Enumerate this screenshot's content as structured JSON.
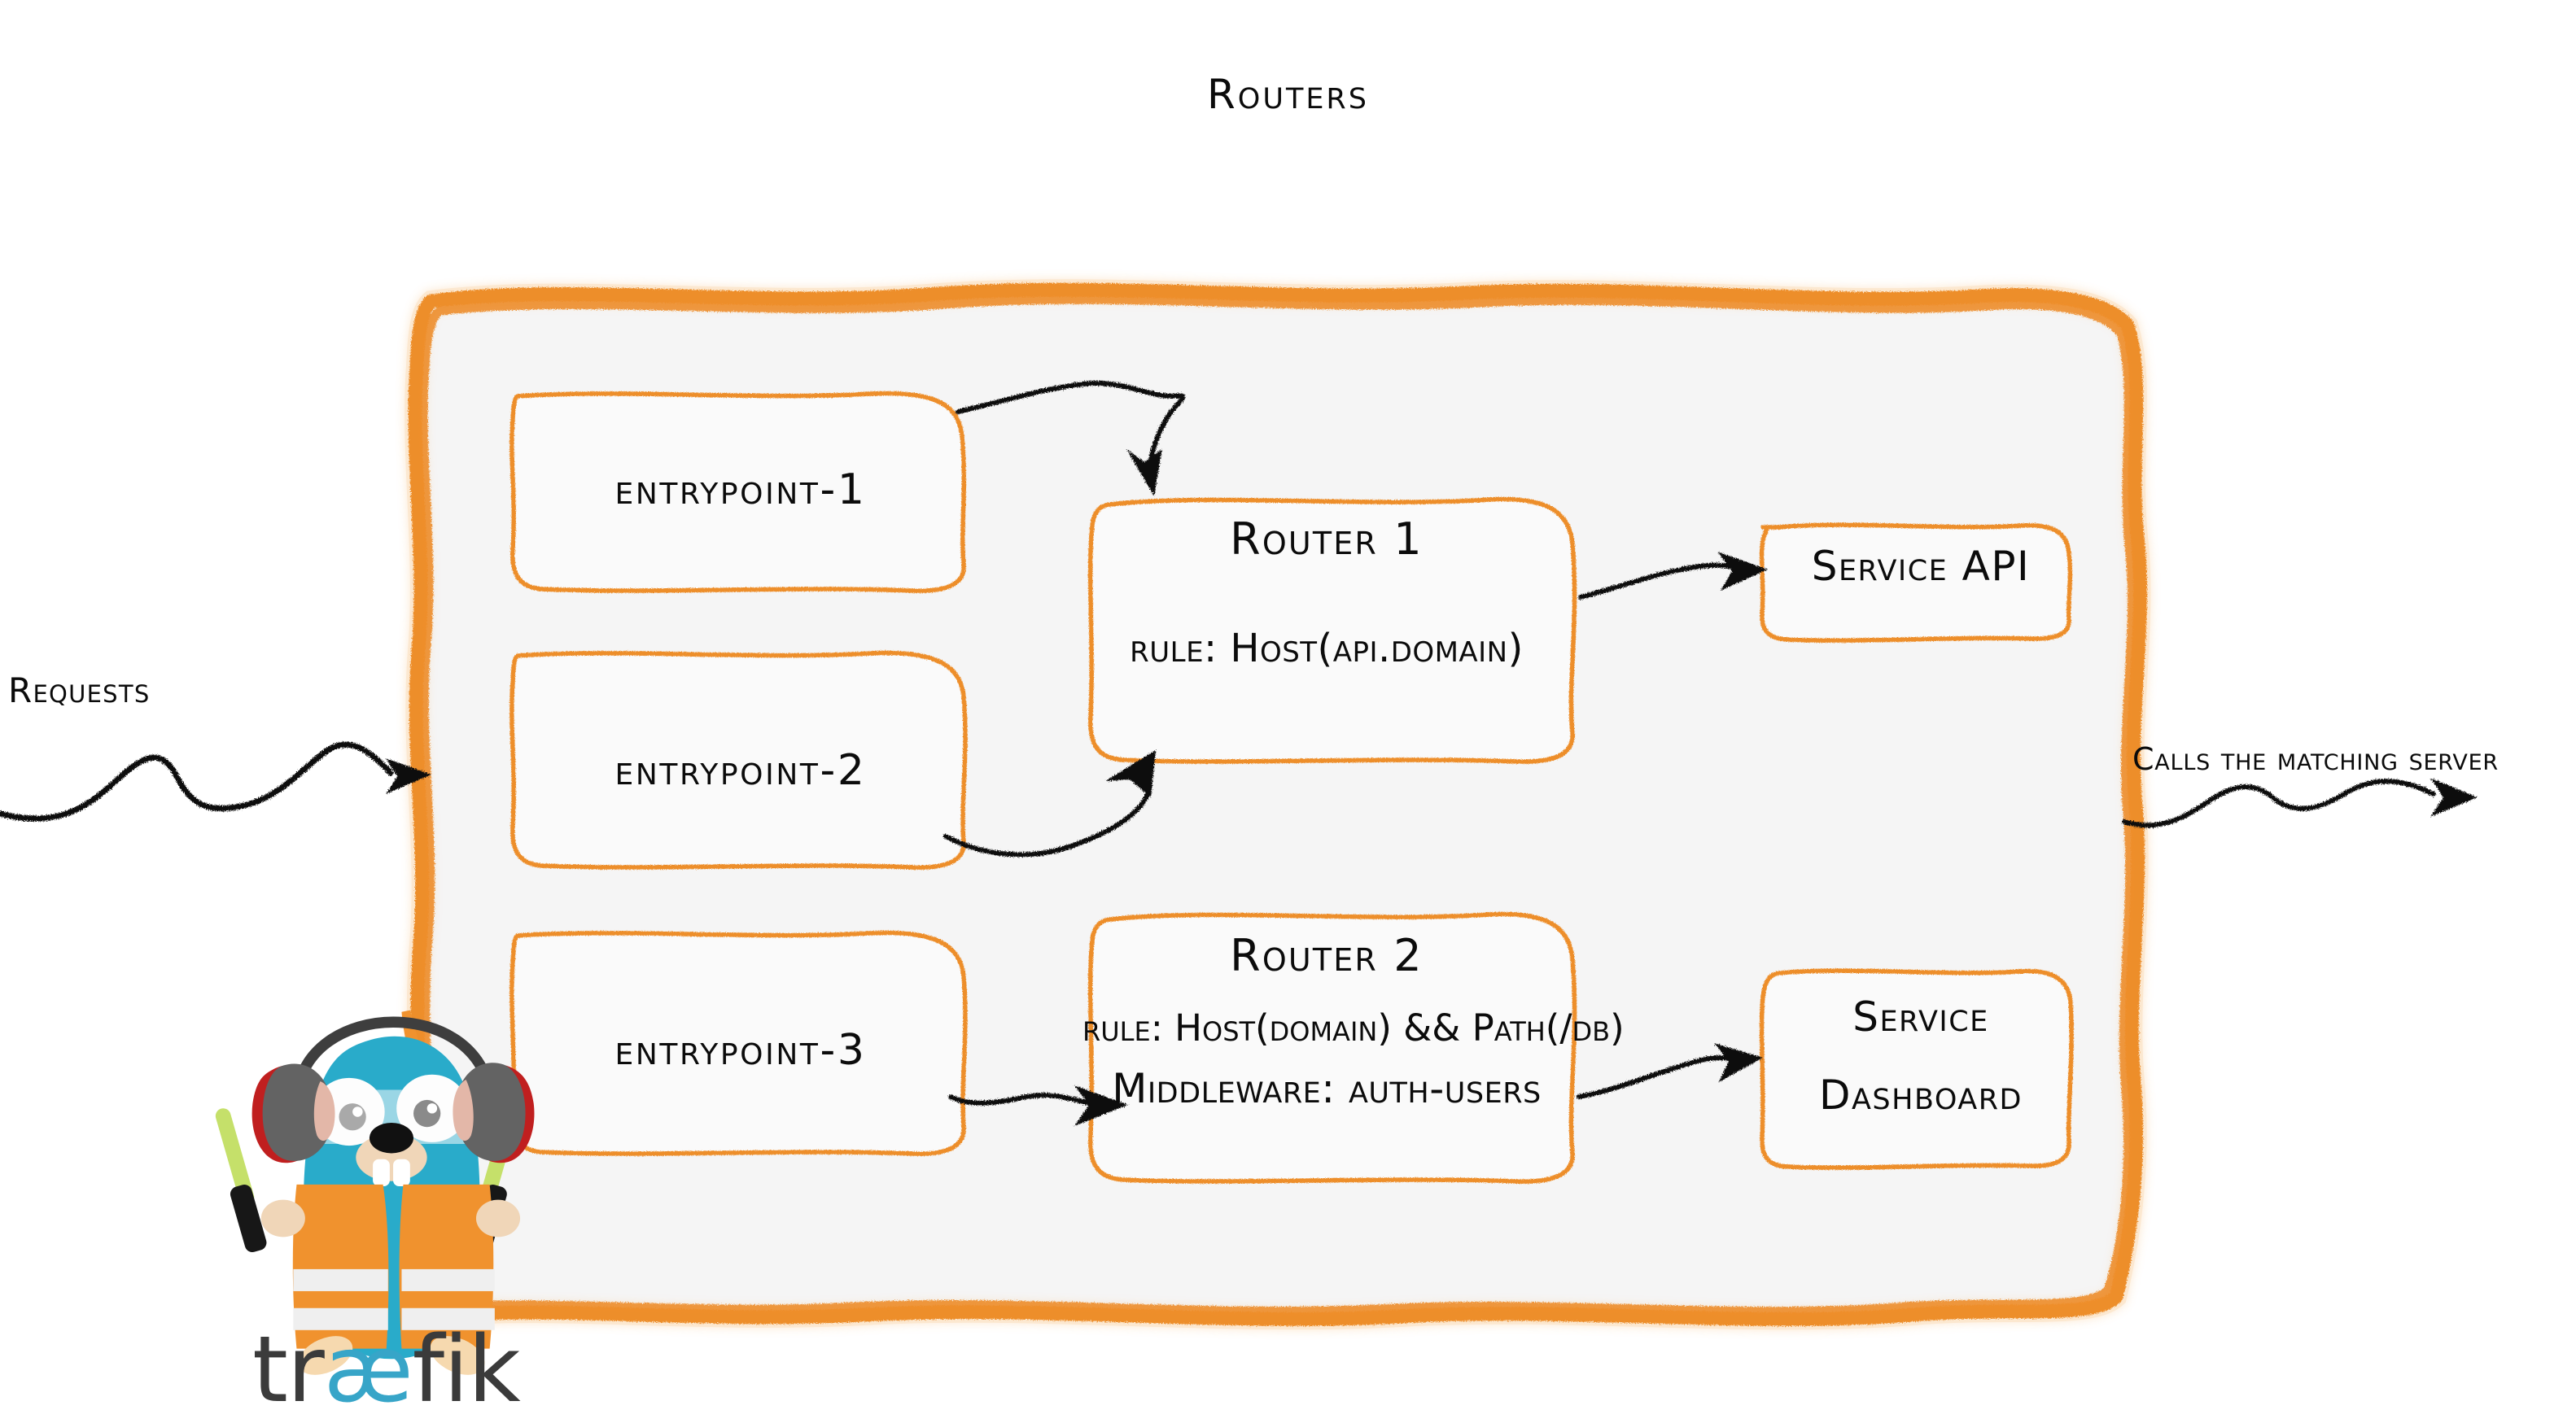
{
  "diagram": {
    "title": "Routers",
    "theme": {
      "orange": "#ED8E2B",
      "panel_fill": "#F5F5F5",
      "ink": "#0B0B0B",
      "gopher_blue": "#29ABCA",
      "gopher_vest": "#F0922E",
      "wordmark_dark": "#3B3B3B",
      "wordmark_cyan": "#37A5C8"
    },
    "entrypoints": [
      {
        "label": "entrypoint-1"
      },
      {
        "label": "entrypoint-2"
      },
      {
        "label": "entrypoint-3"
      }
    ],
    "routers": [
      {
        "name": "Router 1",
        "rule": "rule: Host(api.domain)"
      },
      {
        "name": "Router 2",
        "rule": "rule: Host(domain) && Path(/db)",
        "middleware": "Middleware: auth-users"
      }
    ],
    "services": [
      {
        "label": "Service API"
      },
      {
        "label_line1": "Service",
        "label_line2": "Dashboard"
      }
    ],
    "edge_labels": {
      "left": "Requests",
      "right": "Calls the matching server"
    },
    "brand": {
      "wordmark_before": "tr",
      "wordmark_ligature": "æ",
      "wordmark_after": "fik",
      "mascot": "traefik-gopher-mascot"
    }
  }
}
